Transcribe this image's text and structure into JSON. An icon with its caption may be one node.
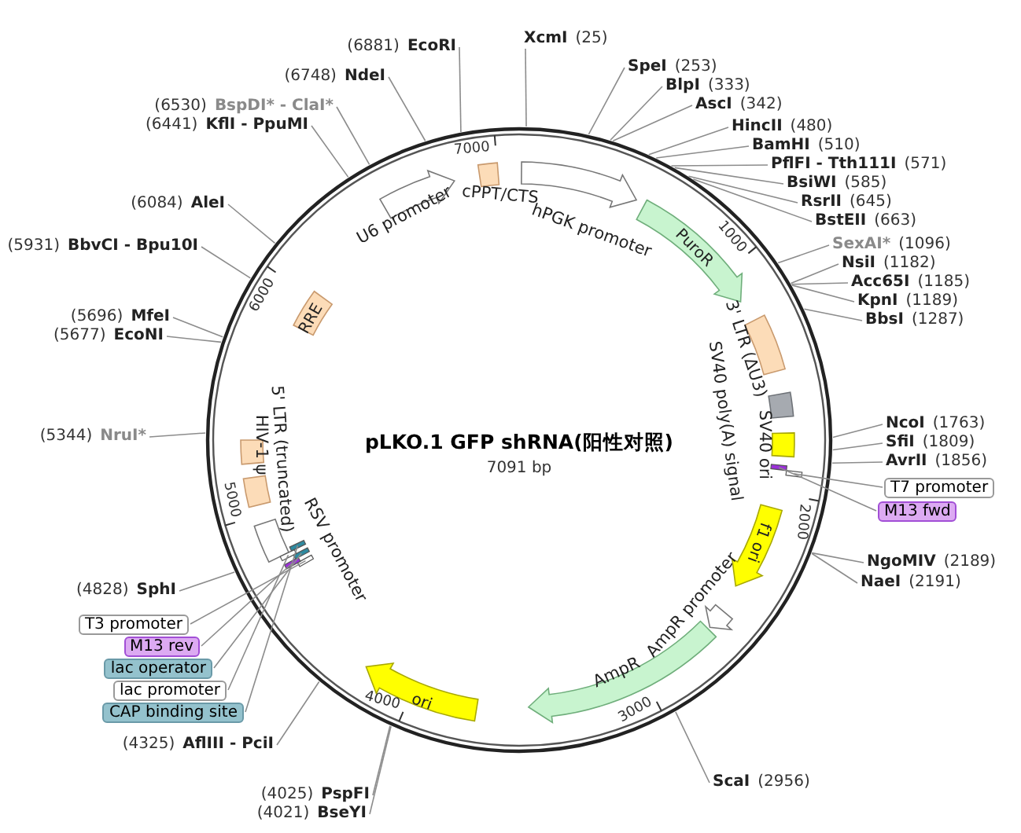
{
  "diagram": {
    "title": "pLKO.1 GFP shRNA(阳性对照)",
    "nodes": [
      {
        "text": [
          "XcmI",
          "(25)"
        ]
      },
      {
        "text": [
          "(6881)",
          "EcoRI"
        ]
      },
      {
        "text": [
          "(6748)",
          "NdeI"
        ]
      },
      {
        "text": [
          "SpeI",
          "(253)"
        ]
      },
      {
        "text": [
          "BlpI",
          "(333)"
        ]
      },
      {
        "text": [
          "AscI",
          "(342)"
        ]
      },
      {
        "text": [
          "(6530)",
          "BspDI* - ClaI*"
        ]
      },
      {
        "text": [
          "(6441)",
          "KflI - PpuMI"
        ]
      },
      {
        "text": [
          "HincII",
          "(480)"
        ]
      },
      {
        "text": [
          "BamHI",
          "(510)"
        ]
      },
      {
        "text": [
          "PflFI - Tth111I",
          "(571)"
        ]
      },
      {
        "text": [
          "BsiWI",
          "(585)"
        ]
      },
      {
        "text": [
          "RsrII",
          "(645)"
        ]
      },
      {
        "text": [
          "BstEII",
          "(663)"
        ]
      },
      {
        "text": [
          "(6084)",
          "AleI"
        ]
      },
      {
        "text": [
          "SexAI*",
          "(1096)"
        ]
      },
      {
        "text": [
          "(5931)",
          "BbvCI - Bpu10I"
        ]
      },
      {
        "text": [
          "NsiI",
          "(1182)"
        ]
      },
      {
        "text": [
          "Acc65I",
          "(1185)"
        ]
      },
      {
        "text": [
          "KpnI",
          "(1189)"
        ]
      },
      {
        "text": [
          "BbsI",
          "(1287)"
        ]
      },
      {
        "text": [
          "(5696)",
          "MfeI"
        ]
      },
      {
        "text": [
          "(5677)",
          "EcoNI"
        ]
      },
      {
        "text": [
          "NcoI",
          "(1763)"
        ]
      },
      {
        "text": [
          "(5344)",
          "NruI*"
        ]
      },
      {
        "text": [
          "SfiI",
          "(1809)"
        ]
      },
      {
        "text": [
          "AvrII",
          "(1856)"
        ]
      },
      {
        "text": [
          "NgoMIV",
          "(2189)"
        ]
      },
      {
        "text": [
          "NaeI",
          "(2191)"
        ]
      },
      {
        "text": [
          "(4828)",
          "SphI"
        ]
      },
      {
        "text": [
          "(4325)",
          "AflIII - PciI"
        ]
      },
      {
        "text": [
          "ScaI",
          "(2956)"
        ]
      },
      {
        "text": [
          "(4025)",
          "PspFI"
        ]
      },
      {
        "text": [
          "(4021)",
          "BseYI"
        ]
      },
      {
        "text": [
          "U6 promoter"
        ],
        "in": 63
      },
      {
        "text": [
          "cPPT/CTS"
        ],
        "in": 63
      },
      {
        "text": [
          "hPGK promoter"
        ],
        "in": 63
      },
      {
        "text": [
          "PuroR"
        ],
        "in": 63
      },
      {
        "text": [
          "RRE"
        ],
        "in": 63
      },
      {
        "text": [
          "3' LTR (ΔU3)"
        ],
        "in": 63
      },
      {
        "text": [
          "SV40 poly(A) signal"
        ],
        "in": 63
      },
      {
        "text": [
          "SV40 ori"
        ],
        "in": 63
      },
      {
        "text": [
          "HIV-1 ψ"
        ],
        "in": 63
      },
      {
        "text": [
          "5' LTR (truncated)"
        ],
        "in": 63
      },
      {
        "text": [
          "f1 ori"
        ],
        "in": 63
      },
      {
        "text": [
          "RSV promoter"
        ],
        "in": 63
      },
      {
        "text": [
          "AmpR promoter"
        ],
        "in": 63
      },
      {
        "text": [
          "AmpR"
        ],
        "in": 63
      },
      {
        "text": [
          "ori"
        ],
        "in": 63
      },
      {
        "text": [
          "T7 promoter"
        ]
      },
      {
        "text": [
          "M13 fwd"
        ]
      },
      {
        "text": [
          "T3 promoter"
        ]
      },
      {
        "text": [
          "M13 rev"
        ]
      },
      {
        "text": [
          "lac operator"
        ]
      },
      {
        "text": [
          "lac promoter"
        ]
      },
      {
        "text": [
          "CAP binding site"
        ]
      },
      {
        "text": [],
        "shape": "bar",
        "in": 63
      },
      {
        "text": [],
        "shape": "bar",
        "in": 63
      },
      {
        "text": [],
        "shape": "bar",
        "in": 63
      },
      {
        "text": [],
        "shape": "bar",
        "in": 63
      },
      {
        "text": [],
        "shape": "bar",
        "in": 63
      },
      {
        "text": [],
        "shape": "bar",
        "in": 63
      },
      {
        "text": [],
        "shape": "bar",
        "in": 63
      },
      {
        "text": [],
        "shape": "circle"
      }
    ],
    "edges": [
      {
        "from": 0,
        "to": 63,
        "arrow": "none"
      },
      {
        "from": 1,
        "to": 63,
        "arrow": "none"
      },
      {
        "from": 2,
        "to": 63,
        "arrow": "none"
      },
      {
        "from": 3,
        "to": 63,
        "arrow": "none"
      },
      {
        "from": 4,
        "to": 63,
        "arrow": "none"
      },
      {
        "from": 5,
        "to": 63,
        "arrow": "none"
      },
      {
        "from": 6,
        "to": 63,
        "arrow": "none"
      },
      {
        "from": 7,
        "to": 63,
        "arrow": "none"
      },
      {
        "from": 8,
        "to": 63,
        "arrow": "none"
      },
      {
        "from": 9,
        "to": 63,
        "arrow": "none"
      },
      {
        "from": 10,
        "to": 63,
        "arrow": "none"
      },
      {
        "from": 11,
        "to": 63,
        "arrow": "none"
      },
      {
        "from": 12,
        "to": 63,
        "arrow": "none"
      },
      {
        "from": 13,
        "to": 63,
        "arrow": "none"
      },
      {
        "from": 14,
        "to": 63,
        "arrow": "none"
      },
      {
        "from": 15,
        "to": 63,
        "arrow": "none"
      },
      {
        "from": 16,
        "to": 63,
        "arrow": "none"
      },
      {
        "from": 17,
        "to": 63,
        "arrow": "none"
      },
      {
        "from": 18,
        "to": 63,
        "arrow": "none"
      },
      {
        "from": 19,
        "to": 63,
        "arrow": "none"
      },
      {
        "from": 20,
        "to": 63,
        "arrow": "none"
      },
      {
        "from": 21,
        "to": 63,
        "arrow": "none"
      },
      {
        "from": 22,
        "to": 63,
        "arrow": "none"
      },
      {
        "from": 23,
        "to": 63,
        "arrow": "none"
      },
      {
        "from": 24,
        "to": 63,
        "arrow": "none"
      },
      {
        "from": 25,
        "to": 63,
        "arrow": "none"
      },
      {
        "from": 26,
        "to": 63,
        "arrow": "none"
      },
      {
        "from": 27,
        "to": 63,
        "arrow": "none"
      },
      {
        "from": 28,
        "to": 63,
        "arrow": "none"
      },
      {
        "from": 29,
        "to": 63,
        "arrow": "none"
      },
      {
        "from": 30,
        "to": 63,
        "arrow": "none"
      },
      {
        "from": 31,
        "to": 63,
        "arrow": "none"
      },
      {
        "from": 32,
        "to": 63,
        "arrow": "none"
      },
      {
        "from": 33,
        "to": 63,
        "arrow": "none"
      },
      {
        "from": 49,
        "to": 56,
        "arrow": "none"
      },
      {
        "from": 50,
        "to": 57,
        "arrow": "none"
      },
      {
        "from": 51,
        "to": 58,
        "arrow": "none"
      },
      {
        "from": 52,
        "to": 59,
        "arrow": "none"
      },
      {
        "from": 53,
        "to": 60,
        "arrow": "none"
      },
      {
        "from": 54,
        "to": 61,
        "arrow": "none"
      },
      {
        "from": 55,
        "to": 62,
        "arrow": "none"
      }
    ],
    "labels": [
      "7000",
      "1000",
      "2000",
      "3000",
      "4000",
      "5000",
      "6000",
      "7091 bp"
    ]
  }
}
